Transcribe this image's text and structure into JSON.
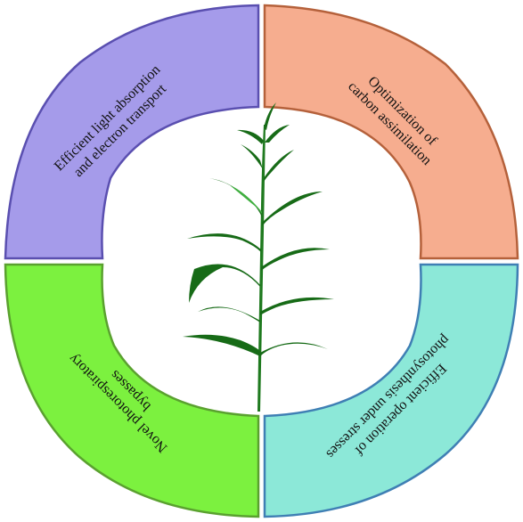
{
  "quadrants": {
    "top_left": {
      "line1": "Efficient light absorption",
      "line2": "and electron transport",
      "fill": "#a59bea",
      "stroke": "#5a4fb0"
    },
    "top_right": {
      "line1": "Optimization of",
      "line2": "carbon assimilation",
      "fill": "#f6ad8f",
      "stroke": "#b5613b"
    },
    "bottom_left": {
      "line1": "Novel photorespiratory",
      "line2": "bypasses",
      "fill": "#7cf13f",
      "stroke": "#5aa12f"
    },
    "bottom_right": {
      "line1": "Efficient operation of",
      "line2": "photosynthesis under stresses",
      "fill": "#8ce8d8",
      "stroke": "#3f7fb4"
    }
  },
  "plant": {
    "stem_color": "#1f7a1f",
    "leaf_dark": "#176b17",
    "leaf_light": "#3fae3f"
  }
}
